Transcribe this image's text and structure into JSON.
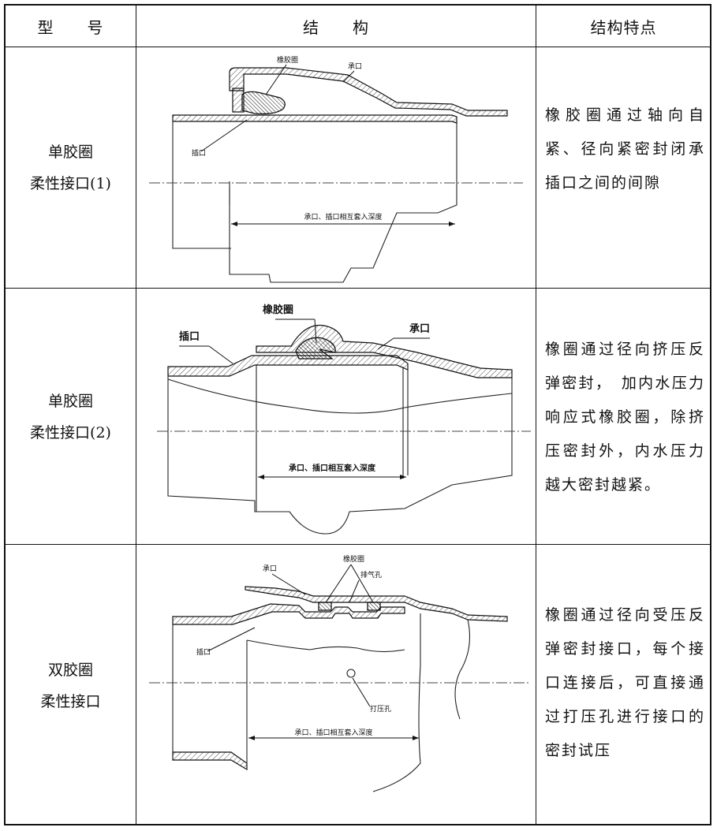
{
  "header": {
    "model": "型　　号",
    "structure": "结　　构",
    "features": "结构特点"
  },
  "rows": [
    {
      "model_line1": "单胶圈",
      "model_line2": "柔性接口(1)",
      "features": "橡胶圈通过轴向自紧、径向紧密封闭承插口之间的间隙",
      "labels": {
        "rubber": "橡胶圈",
        "socket": "承口",
        "spigot": "插口",
        "depth": "承口、插口相互套入深度"
      }
    },
    {
      "model_line1": "单胶圈",
      "model_line2": "柔性接口(2)",
      "features": "橡圈通过径向挤压反弹密封，　加内水压力响应式橡胶圈，除挤压密封外，内水压力越大密封越紧。",
      "labels": {
        "rubber": "橡胶圈",
        "socket": "承口",
        "spigot": "插口",
        "depth": "承口、插口相互套入深度"
      }
    },
    {
      "model_line1": "双胶圈",
      "model_line2": "柔性接口",
      "features": "橡圈通过径向受压反弹密封接口，每个接口连接后，可直接通过打压孔进行接口的密封试压",
      "labels": {
        "rubber": "橡胶圈",
        "vent": "排气孔",
        "socket": "承口",
        "spigot": "插口",
        "test_hole": "打压孔",
        "depth": "承口、插口相互套入深度"
      }
    }
  ]
}
